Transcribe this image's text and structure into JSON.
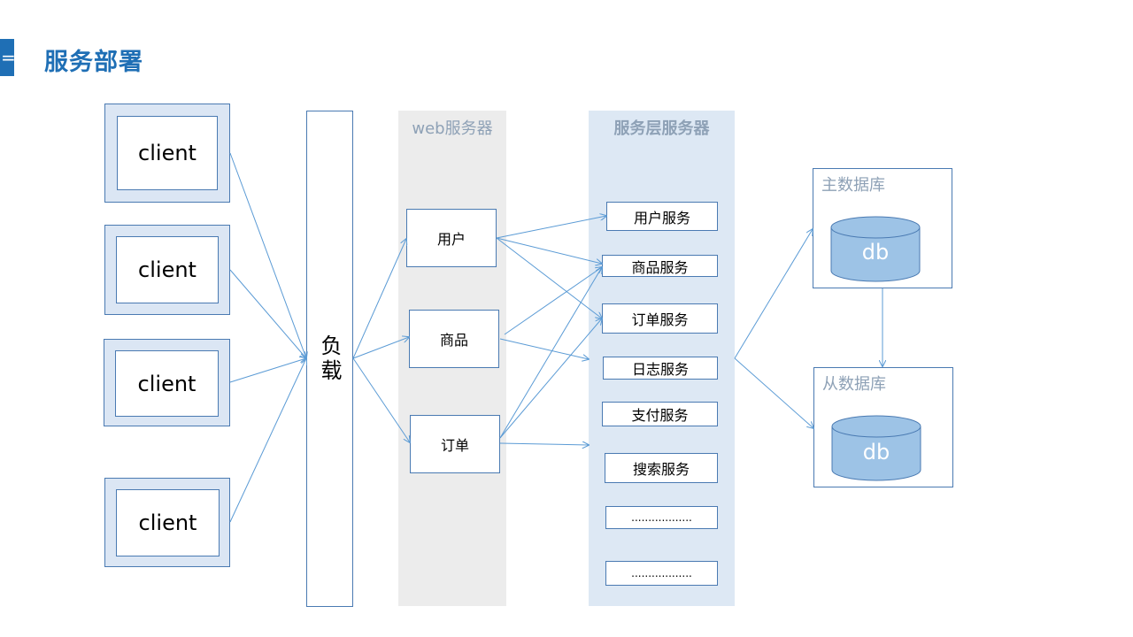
{
  "header": {
    "marker": "=",
    "title": "服务部署"
  },
  "clients": [
    "client",
    "client",
    "client",
    "client"
  ],
  "load_balancer": {
    "label": "负载"
  },
  "web_panel": {
    "title": "web服务器",
    "items": [
      "用户",
      "商品",
      "订单"
    ]
  },
  "service_panel": {
    "title": "服务层服务器",
    "items": [
      "用户服务",
      "商品服务",
      "订单服务",
      "日志服务",
      "支付服务",
      "搜索服务",
      "..................",
      ".................."
    ]
  },
  "databases": {
    "master": {
      "title": "主数据库",
      "label": "db"
    },
    "slave": {
      "title": "从数据库",
      "label": "db"
    }
  },
  "colors": {
    "accent": "#1f6fb5",
    "line": "#5b9bd5",
    "border": "#4a7ab2",
    "db_fill": "#9dc3e6"
  }
}
